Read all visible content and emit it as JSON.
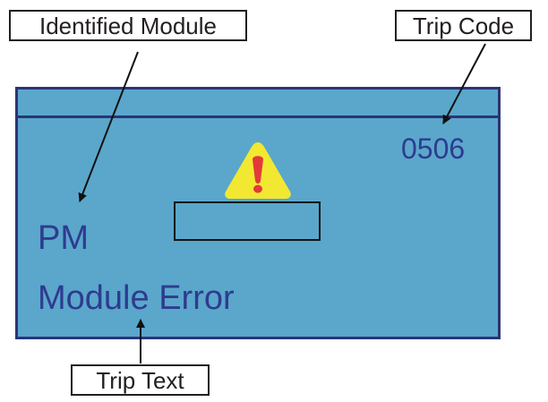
{
  "callouts": {
    "identified_module": "Identified Module",
    "trip_code": "Trip Code",
    "trip_text": "Trip Text"
  },
  "screen": {
    "trip_code": "0506",
    "module": "PM",
    "trip_text": "Module  Error",
    "value_box": "",
    "warning_icon": "warning-triangle-icon",
    "colors": {
      "background": "#5aa7cb",
      "border": "#2b3478",
      "text": "#2e3b8f",
      "warning_fill": "#f2e831",
      "warning_mark": "#e23a3a"
    }
  }
}
